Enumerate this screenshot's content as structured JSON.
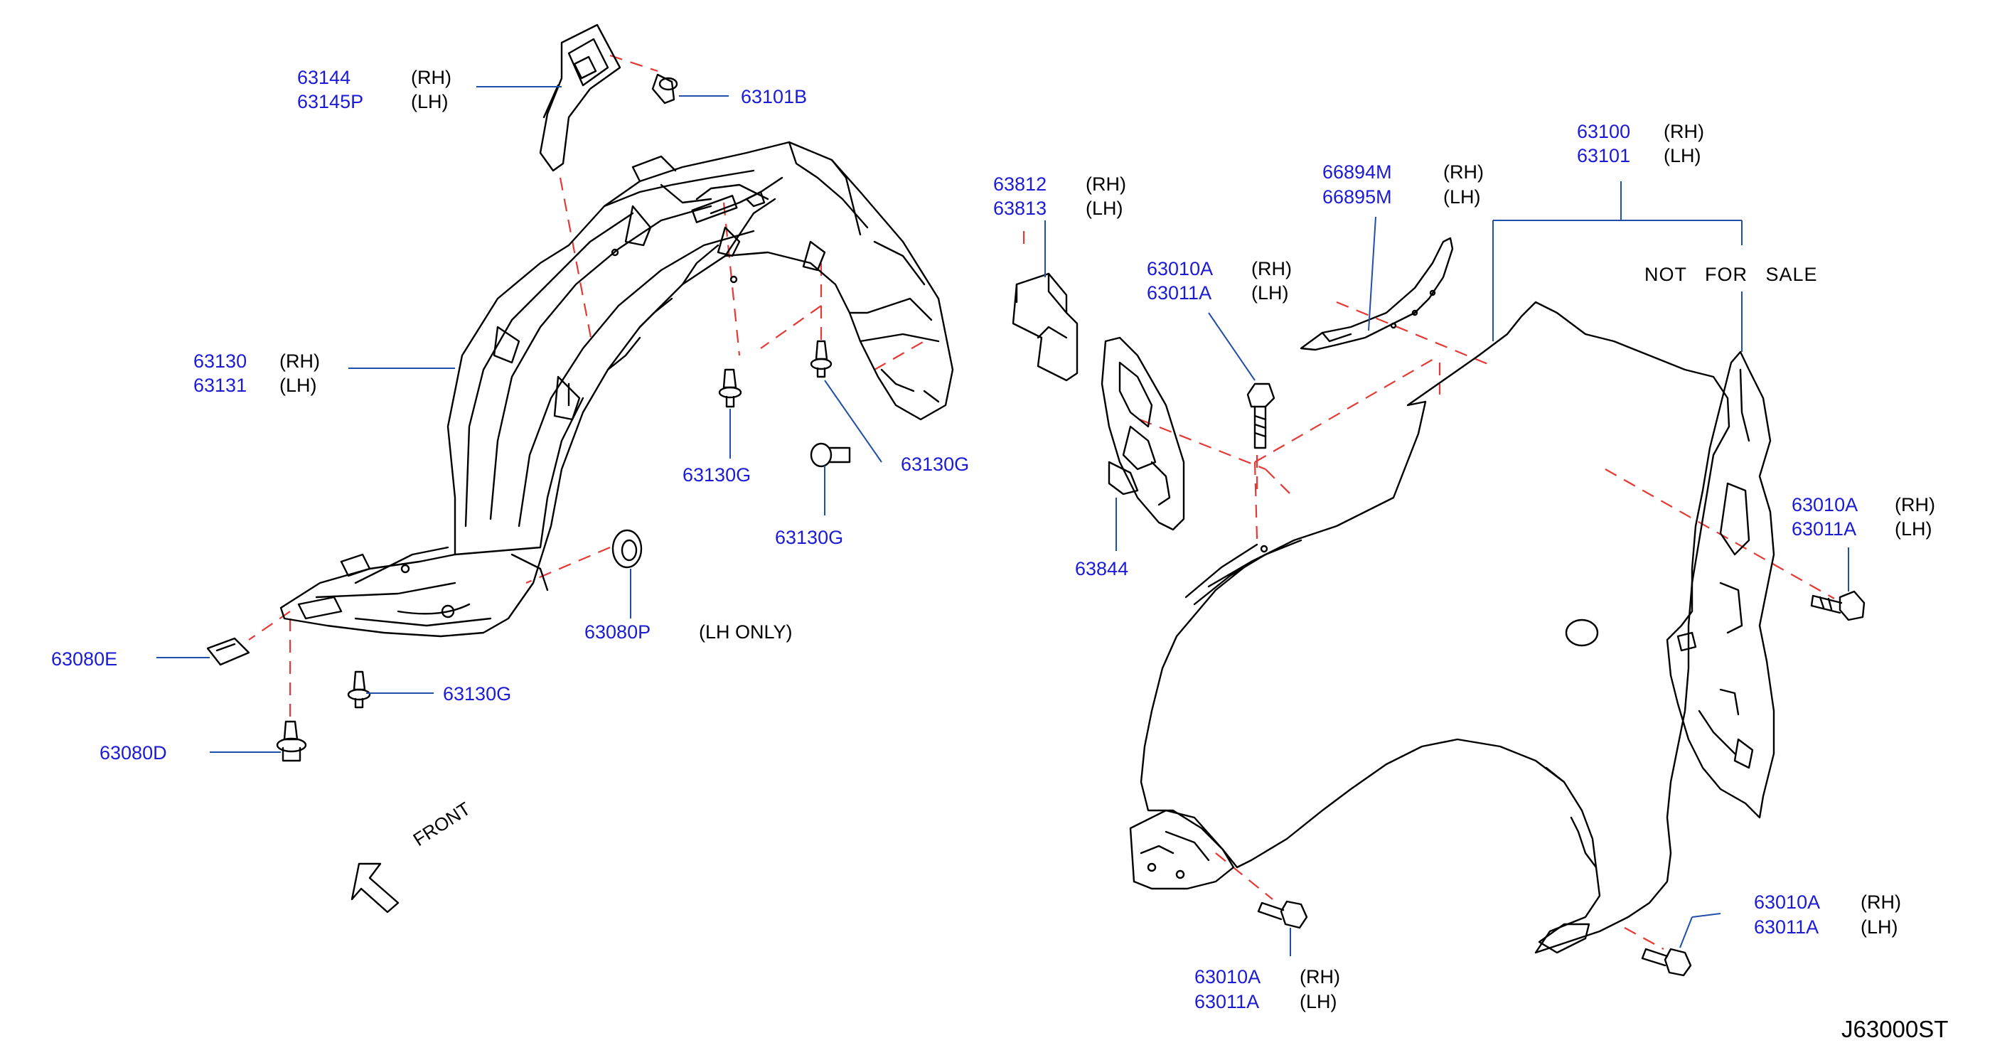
{
  "diagram_code": "J63000ST",
  "front_label": "FRONT",
  "not_for_sale": "NOT   FOR   SALE",
  "colors": {
    "part_number": "#1b1bd6",
    "leader_line": "#1f4fa8",
    "guide_line": "#e53935",
    "outline": "#000000"
  },
  "parts": {
    "bracket_rh": "63144",
    "bracket_lh": "63145P",
    "clip_bracket": "63101B",
    "protector_rh": "63130",
    "protector_lh": "63131",
    "clip_g1": "63130G",
    "clip_g2": "63130G",
    "clip_g3": "63130G",
    "clip_g4": "63130G",
    "grommet": "63080P",
    "grommet_note": "(LH   ONLY)",
    "nut": "63080E",
    "screw": "63080D",
    "seal_rh": "63812",
    "seal_lh": "63813",
    "cover": "63844",
    "bolt_top_rh": "63010A",
    "bolt_top_lh": "63011A",
    "mould_rh": "66894M",
    "mould_lh": "66895M",
    "fender_rh": "63100",
    "fender_lh": "63101",
    "bolt_right_rh": "63010A",
    "bolt_right_lh": "63011A",
    "bolt_front_rh": "63010A",
    "bolt_front_lh": "63011A",
    "bolt_rear_rh": "63010A",
    "bolt_rear_lh": "63011A"
  },
  "side": {
    "rh": "(RH)",
    "lh": "(LH)"
  }
}
